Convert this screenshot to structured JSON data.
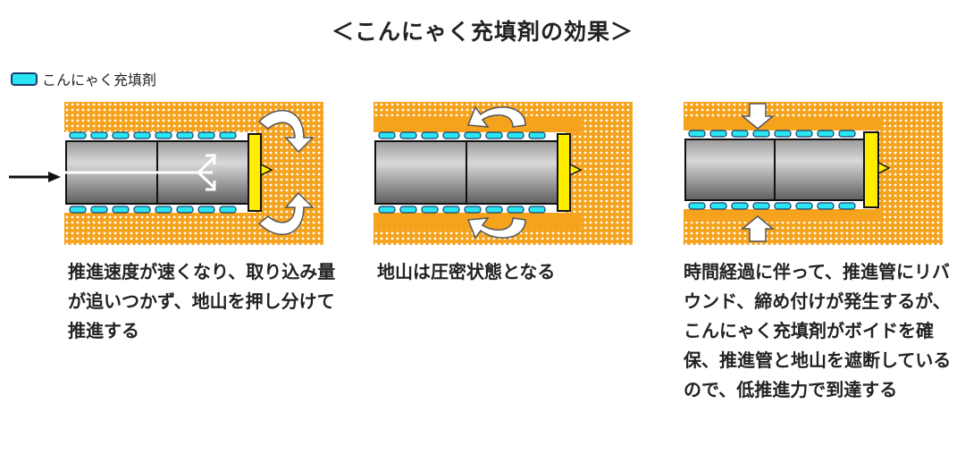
{
  "title": "＜こんにゃく充填剤の効果＞",
  "legend": {
    "label": "こんにゃく充填剤",
    "color": "#29e6f2"
  },
  "colors": {
    "ground": "#f5a21c",
    "grout": "#29e6f2",
    "pipe": "#6b6b6b",
    "head": "#ffee00"
  },
  "panels": [
    {
      "caption": "推進速度が速くなり、取り込み量が追いつかず、地山を押し分けて推進する"
    },
    {
      "caption": "地山は圧密状態となる"
    },
    {
      "caption": "時間経過に伴って、推進管にリバウンド、締め付けが発生するが、こんにゃく充填剤がボイドを確保、推進管と地山を遮断しているので、低推進力で到達する"
    }
  ]
}
